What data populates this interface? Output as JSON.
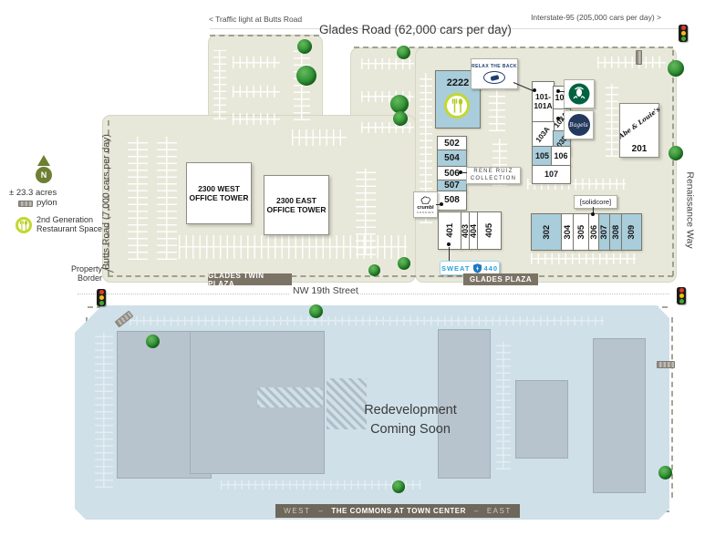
{
  "roads": {
    "traffic_light_note": "< Traffic light at Butts Road",
    "glades_road": "Glades Road (62,000 cars per day)",
    "interstate": "Interstate-95 (205,000 cars per day) >",
    "butts_road": "Butts Road (7,000 cars per day)",
    "nw_19th": "NW 19th Street",
    "renaissance_way": "Renaissance Way"
  },
  "legend": {
    "north": "N",
    "acres": "± 23.3 acres",
    "pylon": "pylon",
    "restaurant_line1": "2nd Generation",
    "restaurant_line2": "Restaurant Space",
    "property_border_line1": "Property",
    "property_border_line2": "Border"
  },
  "plazas": {
    "twin_banner": "GLADES TWIN PLAZA",
    "glades_banner": "GLADES PLAZA",
    "commons_west": "WEST",
    "commons_title": "THE COMMONS AT TOWN CENTER",
    "commons_east": "EAST",
    "commons_sep": "–"
  },
  "buildings": {
    "west_tower_line1": "2300 WEST",
    "west_tower_line2": "OFFICE TOWER",
    "east_tower_line1": "2300 EAST",
    "east_tower_line2": "OFFICE TOWER",
    "unit_2222": {
      "label": "2222",
      "hl": true
    },
    "unit_201": "201",
    "units_500": [
      {
        "label": "502",
        "hl": false
      },
      {
        "label": "504",
        "hl": true
      },
      {
        "label": "506",
        "hl": false
      },
      {
        "label": "507",
        "hl": true
      },
      {
        "label": "508",
        "hl": false
      }
    ],
    "units_400": [
      {
        "label": "401",
        "hl": false
      },
      {
        "label": "403",
        "hl": false
      },
      {
        "label": "404",
        "hl": false
      },
      {
        "label": "405",
        "hl": false
      }
    ],
    "units_100": [
      {
        "label": "101-101A",
        "hl": false
      },
      {
        "label": "102",
        "hl": false
      },
      {
        "label": "102A",
        "hl": false
      },
      {
        "label": "103A",
        "hl": false
      },
      {
        "label": "103B",
        "hl": true
      },
      {
        "label": "105",
        "hl": true
      },
      {
        "label": "106",
        "hl": false
      },
      {
        "label": "107",
        "hl": false
      }
    ],
    "units_300": [
      {
        "label": "302",
        "hl": true
      },
      {
        "label": "304",
        "hl": false
      },
      {
        "label": "305",
        "hl": false
      },
      {
        "label": "306",
        "hl": false
      },
      {
        "label": "307",
        "hl": true
      },
      {
        "label": "308",
        "hl": true
      },
      {
        "label": "309",
        "hl": true
      }
    ]
  },
  "tenants": {
    "relax_the_back": "RELAX THE BACK",
    "rene_ruiz_line1": "RENE RUIZ",
    "rene_ruiz_line2": "COLLECTION",
    "crumbl": "crumbl",
    "crumbl_sub": "COOKIES",
    "sweat_left": "SWEAT",
    "sweat_right": "440",
    "solidcore": "[solidcore]",
    "bagels": "Bagels",
    "abe_louies": "Abe & Louie's"
  },
  "redevelopment": {
    "line1": "Redevelopment",
    "line2": "Coming Soon"
  },
  "colors": {
    "highlight_blue": "#a9cdda",
    "lot_beige": "#e8e8da",
    "banner_gray": "#7b7365",
    "redevelopment_blue": "#cfe0e9",
    "redevelopment_building": "#b8c4cd",
    "tree_green": "#2e8f33",
    "starbucks_green": "#006241",
    "bagels_navy": "#23395d",
    "relax_navy": "#1f3e70",
    "sweat_blue": "#2a9fd8",
    "legend_olive": "#6d7f33",
    "restaurant_lime": "#c3d82e"
  }
}
